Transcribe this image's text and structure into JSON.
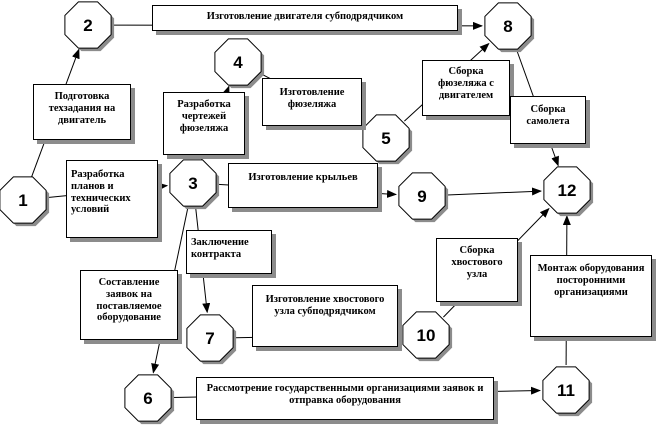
{
  "nodes": [
    "1",
    "2",
    "3",
    "4",
    "5",
    "6",
    "7",
    "8",
    "9",
    "10",
    "11",
    "12"
  ],
  "labels": {
    "engine_production": "Изготовление двигателя субподрядчиком",
    "engine_tech_docs": "Подготовка техзадания на двигатель",
    "plans_specs": "Разработка планов и технических условий",
    "fuselage_drawings": "Разработка чертежей фюзеляжа",
    "fuselage_production": "Изготовление фюзеляжа",
    "fuselage_engine_assembly": "Сборка фюзеляжа с двигателем",
    "aircraft_assembly": "Сборка самолета",
    "wings_production": "Изготовление крыльев",
    "contract": "Заключение контракта",
    "equipment_orders": "Составление заявок на поставляемое оборудование",
    "tail_production": "Изготовление хвостового узла субподрядчиком",
    "tail_assembly": "Сборка хвостового узла",
    "equipment_install": "Монтаж оборудования посторонними организациями",
    "gov_review": "Рассмотрение государственными организациями заявок и отправка оборудования"
  }
}
